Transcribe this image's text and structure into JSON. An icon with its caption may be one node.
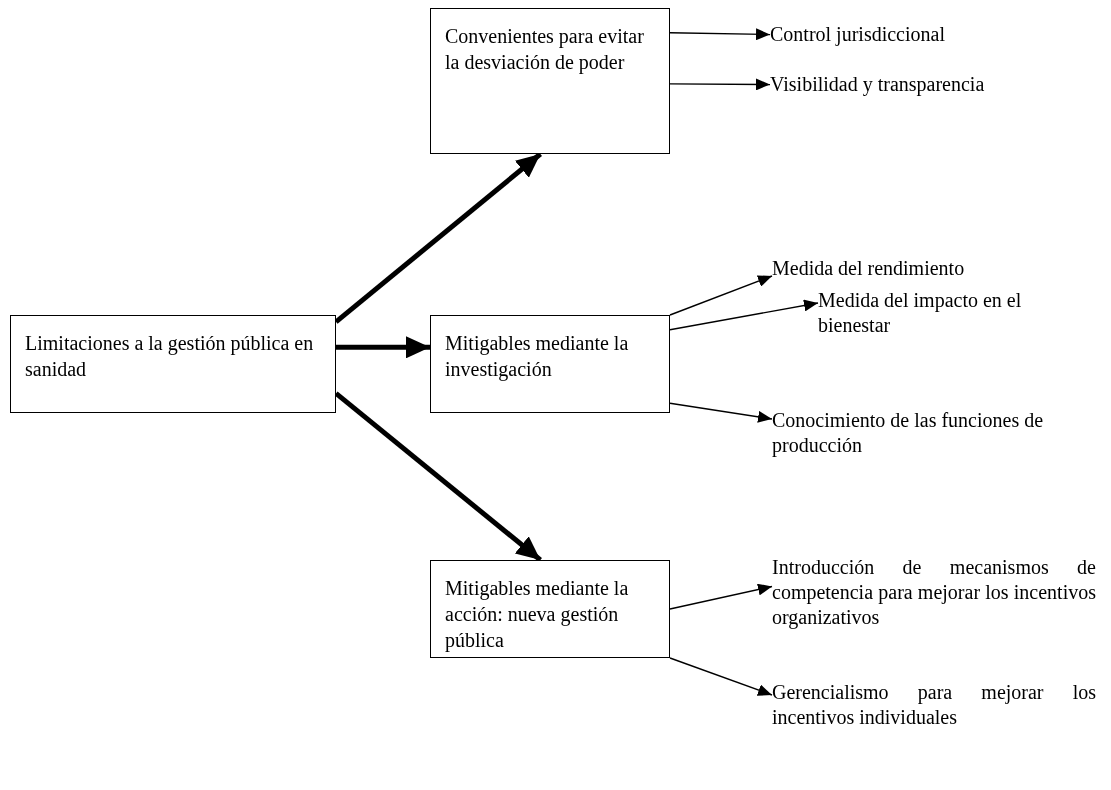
{
  "diagram": {
    "nodes": [
      {
        "text": [
          "Limitaciones a la gestión pública en sanidad"
        ]
      },
      {
        "text": [
          "Convenientes para evitar la desviación de poder"
        ]
      },
      {
        "text": [
          "Mitigables mediante la investigación"
        ]
      },
      {
        "text": [
          "Mitigables mediante la acción: nueva gestión pública"
        ]
      },
      {
        "text": [
          "Control jurisdiccional"
        ]
      },
      {
        "text": [
          "Visibilidad y transparencia"
        ]
      },
      {
        "text": [
          "Medida del rendimiento"
        ]
      },
      {
        "text": [
          "Medida del impacto en el bienestar"
        ]
      },
      {
        "text": [
          "Conocimiento de las funciones de producción"
        ]
      },
      {
        "text": [
          "Introducción de mecanismos de competencia para mejorar los incentivos organizativos"
        ]
      },
      {
        "text": [
          "Gerencialismo para mejorar los incentivos individuales"
        ]
      }
    ],
    "edges": [
      {
        "from": 0,
        "to": 1,
        "arrow": "to",
        "style": "thick"
      },
      {
        "from": 0,
        "to": 2,
        "arrow": "to",
        "style": "thick"
      },
      {
        "from": 0,
        "to": 3,
        "arrow": "to",
        "style": "thick"
      },
      {
        "from": 1,
        "to": 4,
        "arrow": "to"
      },
      {
        "from": 1,
        "to": 5,
        "arrow": "to"
      },
      {
        "from": 2,
        "to": 6,
        "arrow": "to"
      },
      {
        "from": 2,
        "to": 7,
        "arrow": "to"
      },
      {
        "from": 2,
        "to": 8,
        "arrow": "to"
      },
      {
        "from": 3,
        "to": 9,
        "arrow": "to"
      },
      {
        "from": 3,
        "to": 10,
        "arrow": "to"
      }
    ]
  }
}
